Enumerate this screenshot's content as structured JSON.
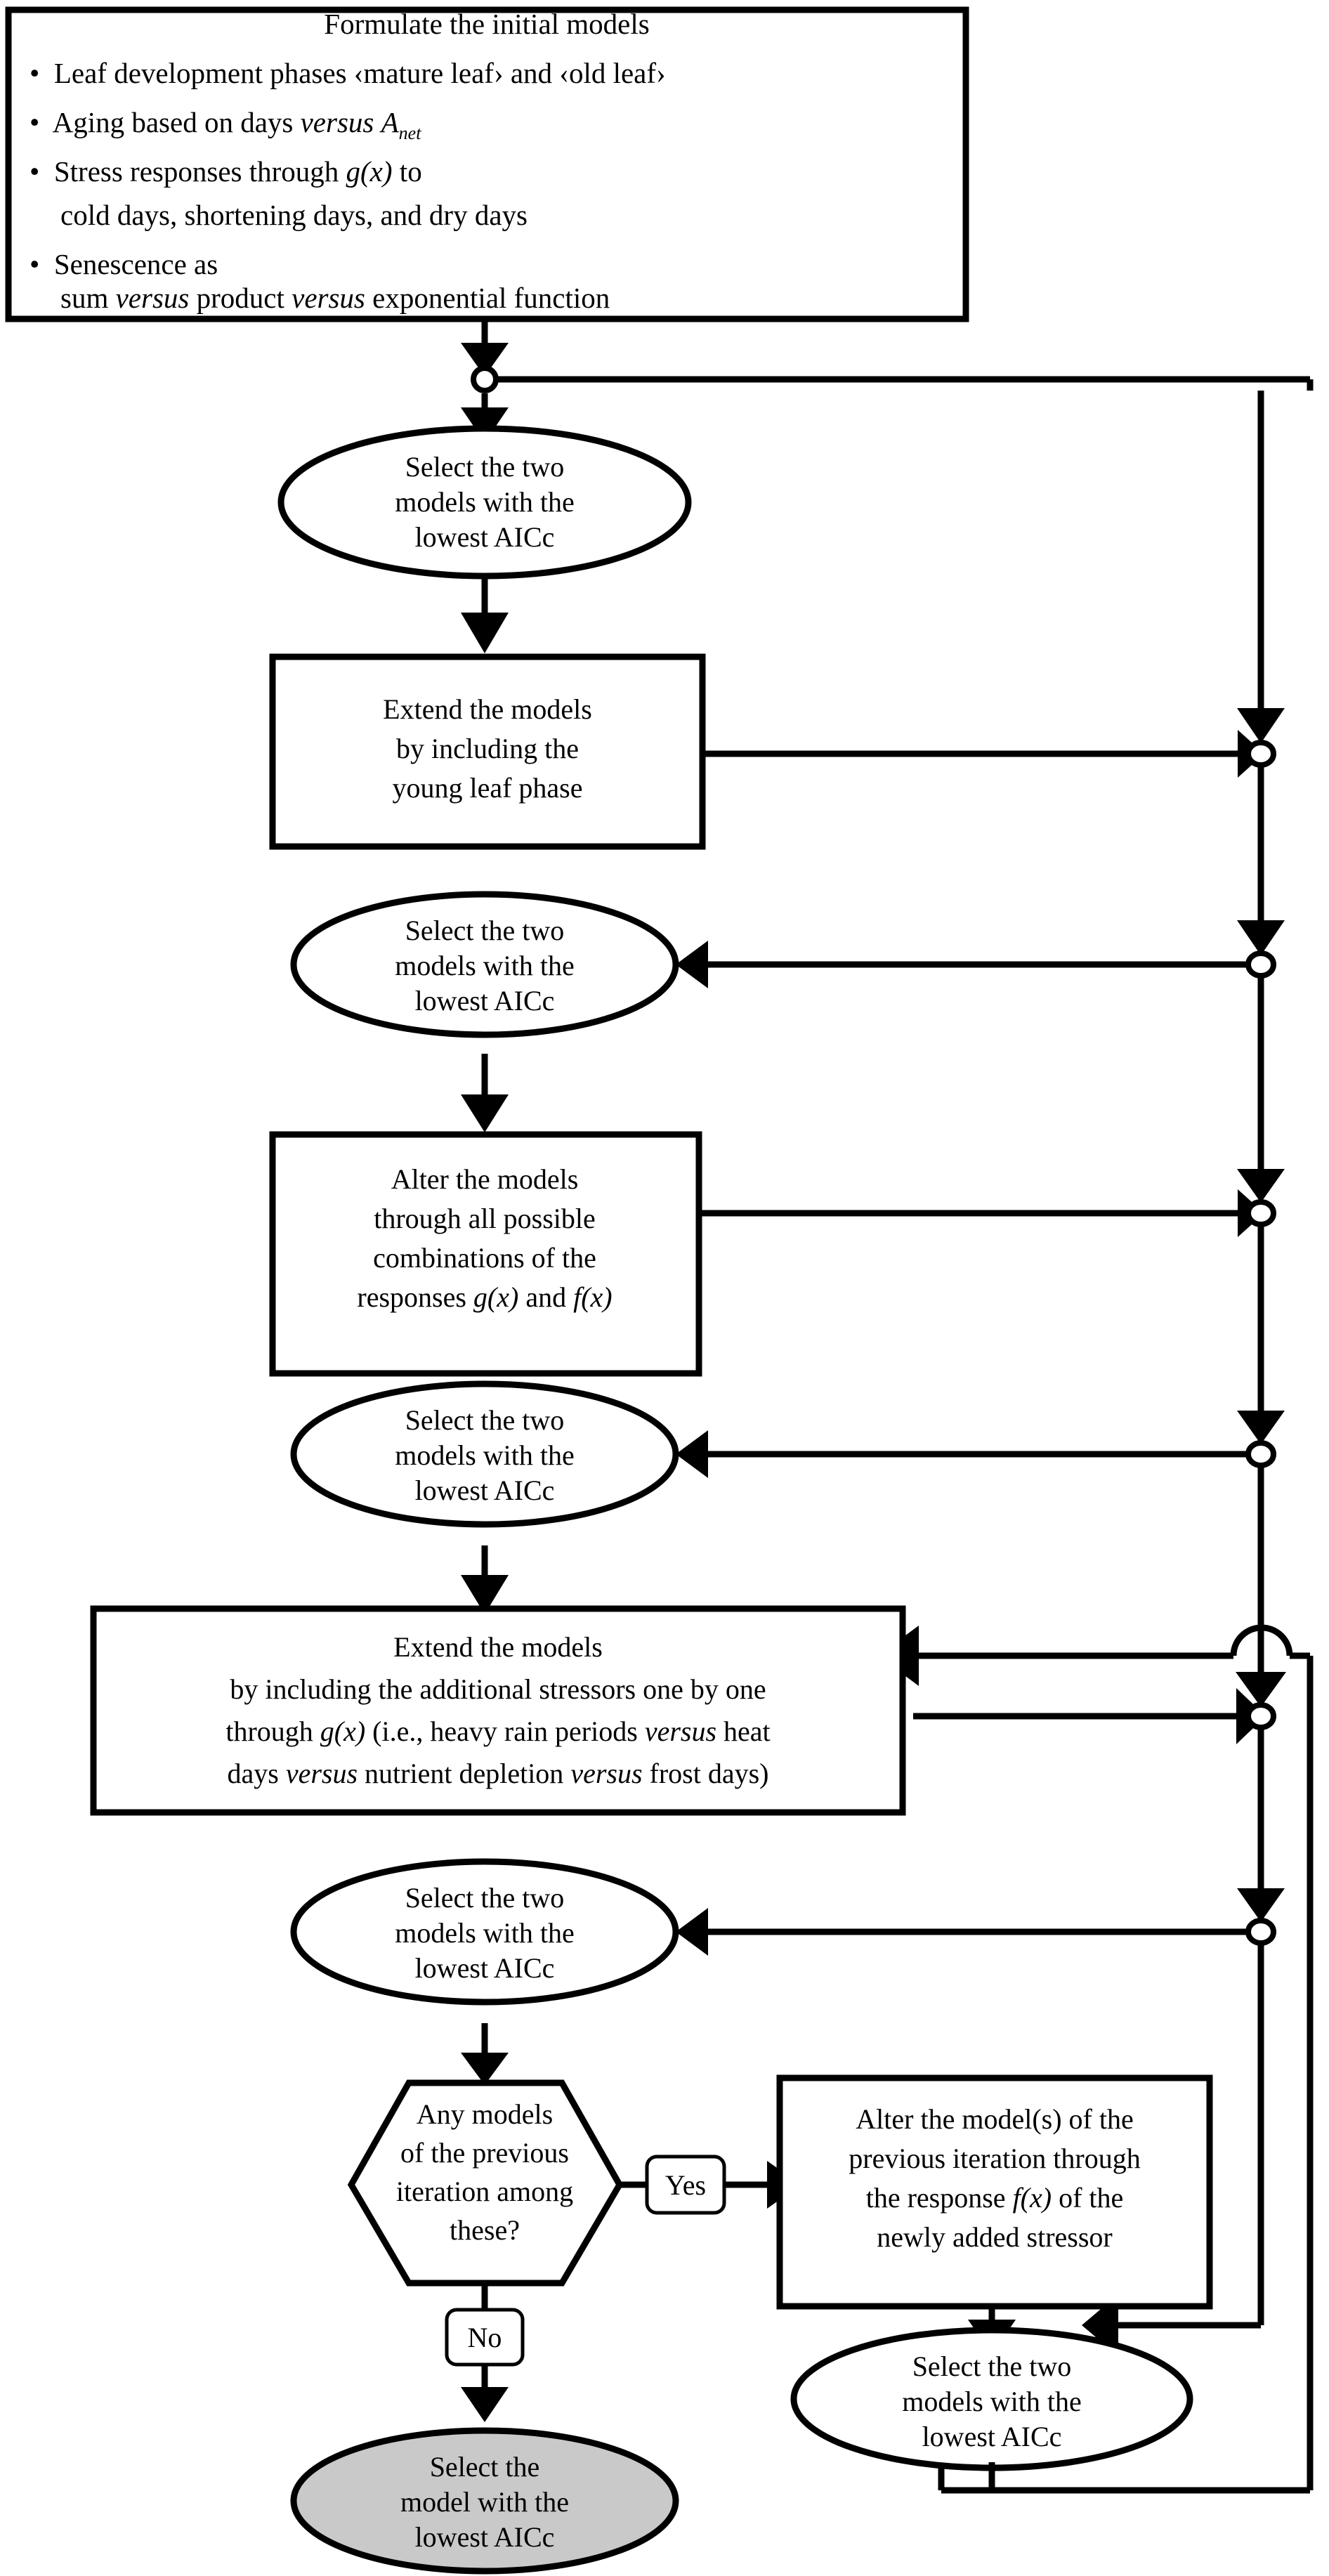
{
  "diagram": {
    "title": "Model selection iteration flowchart",
    "colors": {
      "stroke": "#000000",
      "fill": "#ffffff",
      "terminal_fill": "#c9c9c9"
    },
    "nodes": {
      "formulate": {
        "type": "process",
        "heading": "Formulate the initial models",
        "bullets": [
          {
            "pre": "Leaf development phases ‹mature leaf› and ‹old leaf›"
          },
          {
            "pre": "Aging based on days ",
            "em": "versus",
            "post": " A",
            "sub": "net"
          },
          {
            "pre": "Stress responses through ",
            "em": "g(x)",
            "post": " to"
          },
          {
            "pre": "cold days, shortening days, and dry days",
            "continuation": true
          },
          {
            "pre": "Senescence as"
          },
          {
            "pre": "sum ",
            "em": "versus",
            "post": " product ",
            "em2": "versus",
            "post2": " exponential function",
            "continuation": true
          }
        ]
      },
      "select1": {
        "type": "decision-oval",
        "lines": [
          "Select the two",
          "models with the",
          "lowest AICc"
        ]
      },
      "extend_young_leaf": {
        "type": "process",
        "lines": [
          "Extend the models",
          "by including the",
          "young leaf phase"
        ]
      },
      "select2": {
        "type": "decision-oval",
        "lines": [
          "Select the two",
          "models with the",
          "lowest AICc"
        ]
      },
      "alter_combinations": {
        "type": "process",
        "lines": [
          "Alter the models",
          "through all possible",
          "combinations of the",
          "responses g(x) and f(x)"
        ]
      },
      "select3": {
        "type": "decision-oval",
        "lines": [
          "Select the two",
          "models with the",
          "lowest AICc"
        ]
      },
      "extend_stressors": {
        "type": "process",
        "lines": [
          "Extend the models",
          "by including the additional stressors one by one",
          "through g(x) (i.e., heavy rain periods versus heat",
          "days versus nutrient depletion versus frost days)"
        ]
      },
      "select4": {
        "type": "decision-oval",
        "lines": [
          "Select the two",
          "models with the",
          "lowest AICc"
        ]
      },
      "decision": {
        "type": "hexagon",
        "lines": [
          "Any models",
          "of the previous",
          "iteration among",
          "these?"
        ]
      },
      "alter_fx": {
        "type": "process",
        "lines": [
          "Alter the model(s) of the",
          "previous iteration through",
          "the response f(x) of the",
          "newly added stressor"
        ]
      },
      "select5": {
        "type": "decision-oval",
        "lines": [
          "Select the two",
          "models with the",
          "lowest AICc"
        ]
      },
      "final": {
        "type": "terminal-oval",
        "lines": [
          "Select the",
          "model with the",
          "lowest AICc"
        ]
      }
    },
    "edge_labels": {
      "yes": "Yes",
      "no": "No"
    }
  }
}
